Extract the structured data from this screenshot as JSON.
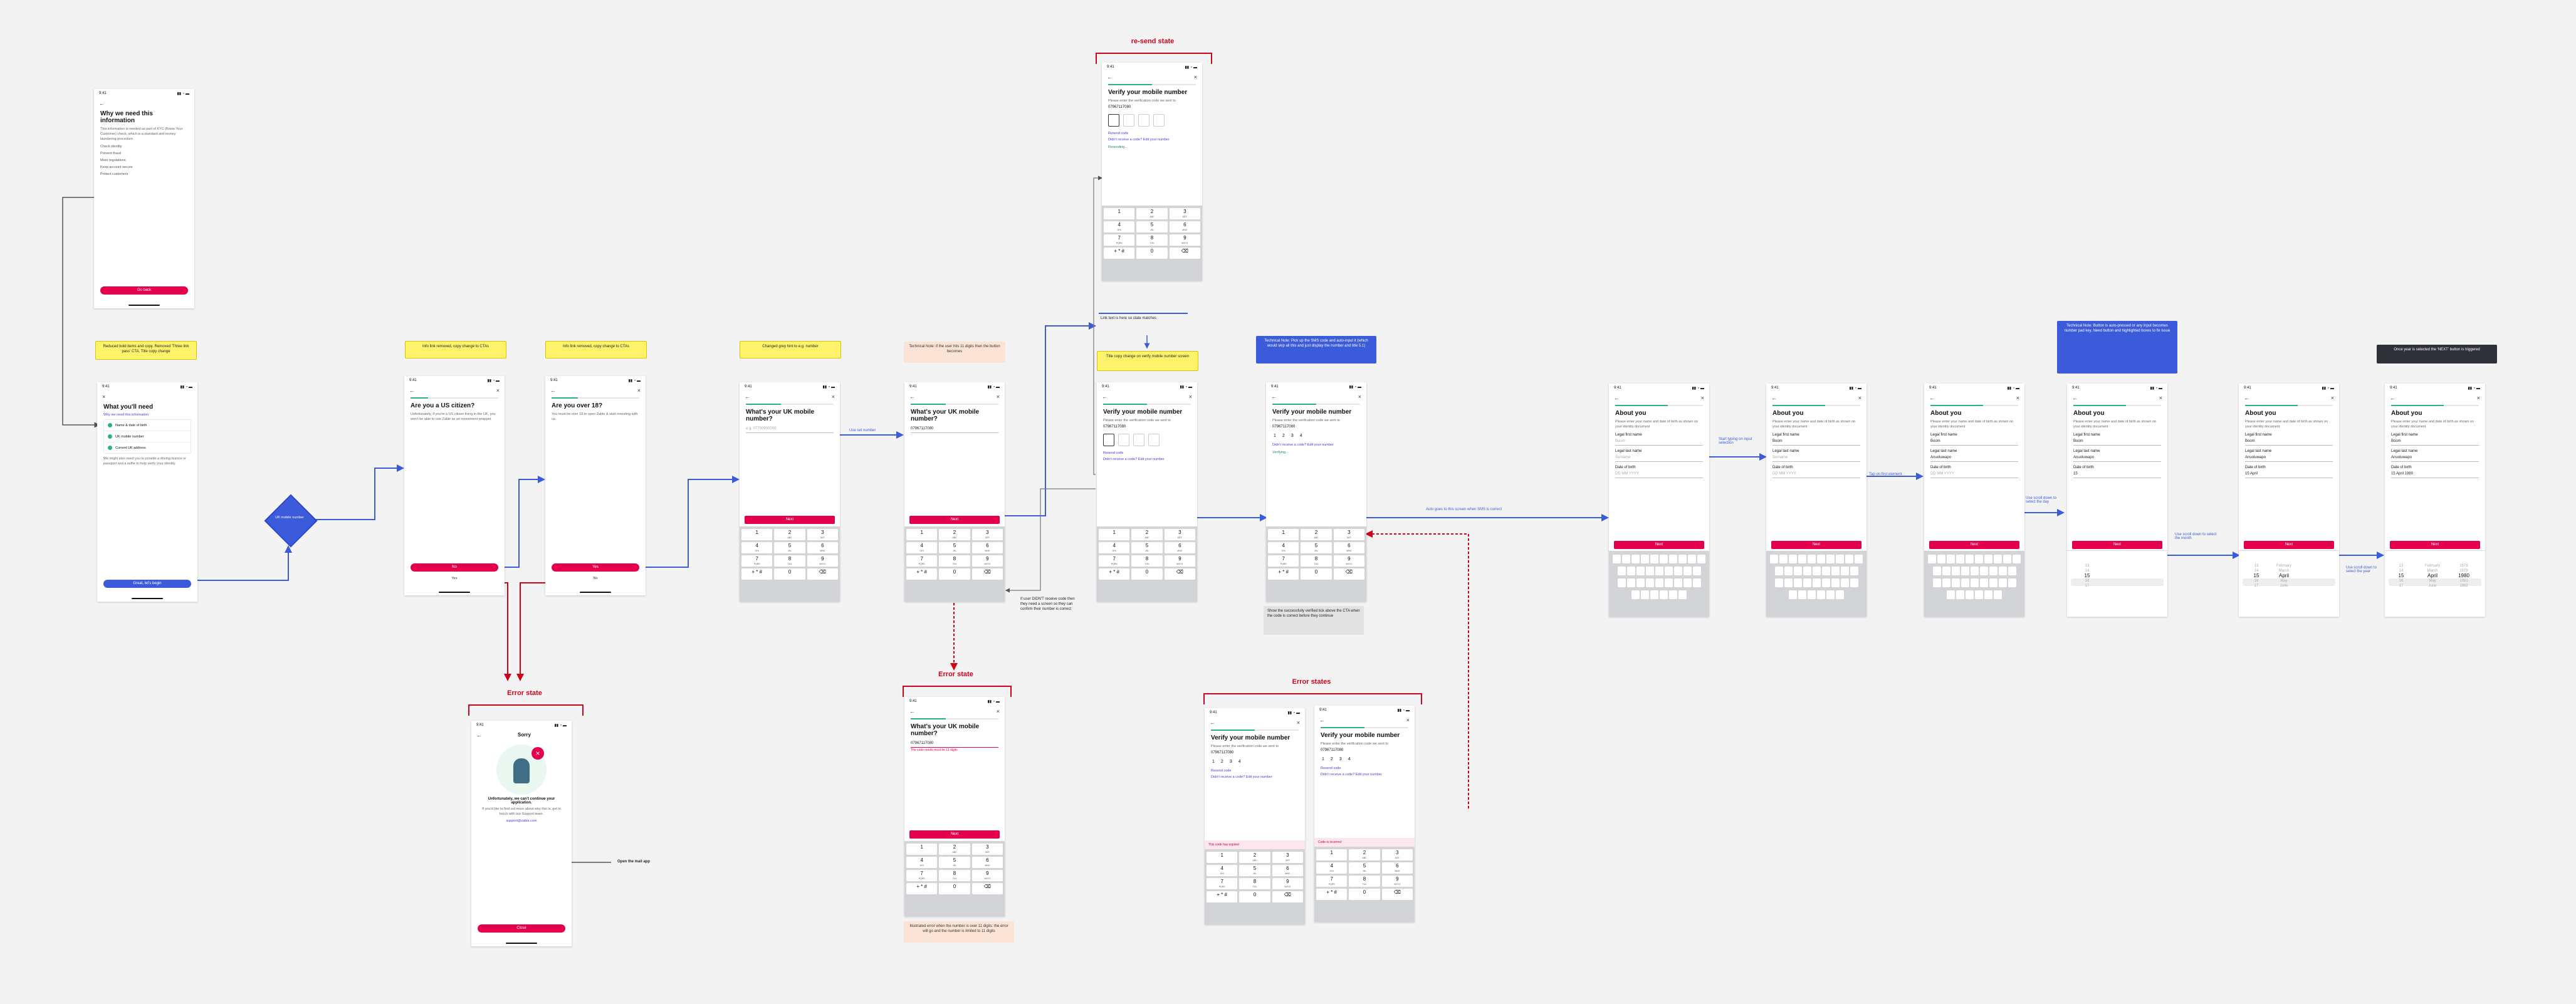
{
  "status_time": "9:41",
  "back_icon": "←",
  "close_icon": "×",
  "headers": {
    "resend": "re-send state",
    "error_state_1": "Error state",
    "error_state_2": "Error state",
    "error_states": "Error states"
  },
  "screens": {
    "why_info": {
      "title": "Why we need this information",
      "body": "This information is needed as part of KYC (Know Your Customer) check, which is a standard anti-money laundering procedure.",
      "bullets": [
        "Check identity",
        "Prevent fraud",
        "Meet regulations",
        "Keep account secure",
        "Protect customers"
      ],
      "cta": "Go back"
    },
    "what_you_need": {
      "title": "What you'll need",
      "link": "Why we need this information",
      "items": [
        "Name & date of birth",
        "UK mobile number",
        "Current UK address"
      ],
      "body": "We might also need you to provide a driving licence or passport and a selfie to help verify your identity.",
      "cta": "Great, let's begin"
    },
    "us_citizen": {
      "title": "Are you a US citizen?",
      "body": "Unfortunately, if you're a US citizen living in the UK, you won't be able to use Zable as an investment wrapper.",
      "cta": "No",
      "secondary": "Yes"
    },
    "over_18": {
      "title": "Are you over 18?",
      "body": "You must be over 18 to open Zable & start investing with us.",
      "cta": "Yes",
      "secondary": "No"
    },
    "mobile_empty": {
      "title": "What's your UK mobile number?",
      "placeholder": "e.g. 07700900000",
      "cta": "Next"
    },
    "mobile_filled": {
      "title": "What's your UK mobile number?",
      "value": "07967117080",
      "cta": "Next"
    },
    "mobile_error": {
      "title": "What's your UK mobile number?",
      "value": "07967117080",
      "error": "The code needs must be 11 digits",
      "cta": "Next"
    },
    "verify_resend": {
      "title": "Verify your mobile number",
      "body": "Please enter the verification code we sent to",
      "number": "07967117080",
      "resend": "Resend code",
      "other": "Didn't receive a code? Edit your number",
      "status": "Resending..."
    },
    "verify_main": {
      "title": "Verify your mobile number",
      "body": "Please enter the verification code we sent to",
      "number": "07967117080",
      "resend": "Resend code",
      "other": "Didn't receive a code? Edit your number"
    },
    "verify_filled": {
      "title": "Verify your mobile number",
      "body": "Please enter the verification code we sent to",
      "number": "07967117080",
      "digits": [
        "1",
        "2",
        "3",
        "4"
      ],
      "other": "Didn't receive a code? Edit your number",
      "status": "Verifying..."
    },
    "verify_err1": {
      "title": "Verify your mobile number",
      "body": "Please enter the verification code we sent to",
      "number": "07967117080",
      "digits": [
        "1",
        "2",
        "3",
        "4"
      ],
      "resend": "Resend code",
      "other": "Didn't receive a code? Edit your number",
      "banner": "This code has expired"
    },
    "verify_err2": {
      "title": "Verify your mobile number",
      "body": "Please enter the verification code we sent to",
      "number": "07967117080",
      "digits": [
        "1",
        "2",
        "3",
        "4"
      ],
      "resend": "Resend code",
      "other": "Didn't receive a code? Edit your number",
      "banner": "Code is incorrect"
    },
    "sorry": {
      "title": "Sorry",
      "heading": "Unfortunately, we can't continue your application.",
      "body": "If you'd like to find out more about why this is, get in touch with our Support team.",
      "link": "support@zable.com",
      "cta": "Close"
    },
    "about": {
      "title": "About you",
      "body": "Please enter your name and date of birth as shown on your identity document",
      "first_label": "Legal first name",
      "last_label": "Legal last name",
      "dob_label": "Date of birth",
      "first_placeholder": "Boom",
      "last_placeholder": "Surname",
      "dob_placeholder": "DD MM YYYY",
      "cta": "Next",
      "first_value": "Boom",
      "last_value": "Anuoluwapo",
      "dob_partial": "15",
      "dob_partial2": "15 April",
      "dob_full": "15 April 1980"
    },
    "picker": {
      "days": [
        "13",
        "14",
        "15",
        "16",
        "17"
      ],
      "months": [
        "February",
        "March",
        "April",
        "May",
        "June"
      ],
      "years": [
        "1978",
        "1979",
        "1980",
        "1981",
        "1982"
      ]
    }
  },
  "notes": {
    "n1": "Reduced bold items and copy. Removed 'Three link pass' CTA. Title copy change",
    "n2": "Info link removed, copy change to CTAs",
    "n3": "Info link removed, copy change to CTAs",
    "n4": "Changed grey hint to e.g. number",
    "n5": "Technical Note: if the user hits 11 digits then the button becomes",
    "n6": "Title copy change on verify mobile number screen",
    "n7": "Technical Note: Pick up the SMS code and auto-input it (which would skip all this and just display the number and title 5.1)",
    "n8": "Show the successfully verified tick above the CTA when the code is correct before they continue",
    "n9": "If user DIDN'T receive code then they need a screen so they can confirm their number is correct",
    "n10": "Technical Note: Button is auto-pressed or any input becomes number pad key. Need button and highlighted boxes to fix issue",
    "n11": "Once year is selected the 'NEXT' button is triggered",
    "n12": "Illustrated error when the number is over 11 digits: the error will go and the number is limited to 11 digits",
    "link_text": "Link text is here so state matches"
  },
  "edges": {
    "e1": "Use set number",
    "e2": "Open the mail app",
    "e3": "Auto goes to this screen when SMS is correct",
    "e4": "Start typing on input selection",
    "e5": "Tap on first element",
    "e6": "Use scroll down to select the day",
    "e7": "Use scroll down to select the month",
    "e8": "Use scroll down to select the year",
    "diamond": "UK mobile number"
  },
  "keys": [
    [
      "1",
      ""
    ],
    [
      "2",
      "ABC"
    ],
    [
      "3",
      "DEF"
    ],
    [
      "4",
      "GHI"
    ],
    [
      "5",
      "JKL"
    ],
    [
      "6",
      "MNO"
    ],
    [
      "7",
      "PQRS"
    ],
    [
      "8",
      "TUV"
    ],
    [
      "9",
      "WXYZ"
    ],
    [
      "+ * #",
      ""
    ],
    [
      "0",
      ""
    ],
    [
      "⌫",
      ""
    ]
  ],
  "colors": {
    "primary": "#e4004e",
    "accent": "#3b5bdb",
    "success": "#2db37a",
    "error": "#d0021b",
    "note_yellow": "#fff36b"
  }
}
